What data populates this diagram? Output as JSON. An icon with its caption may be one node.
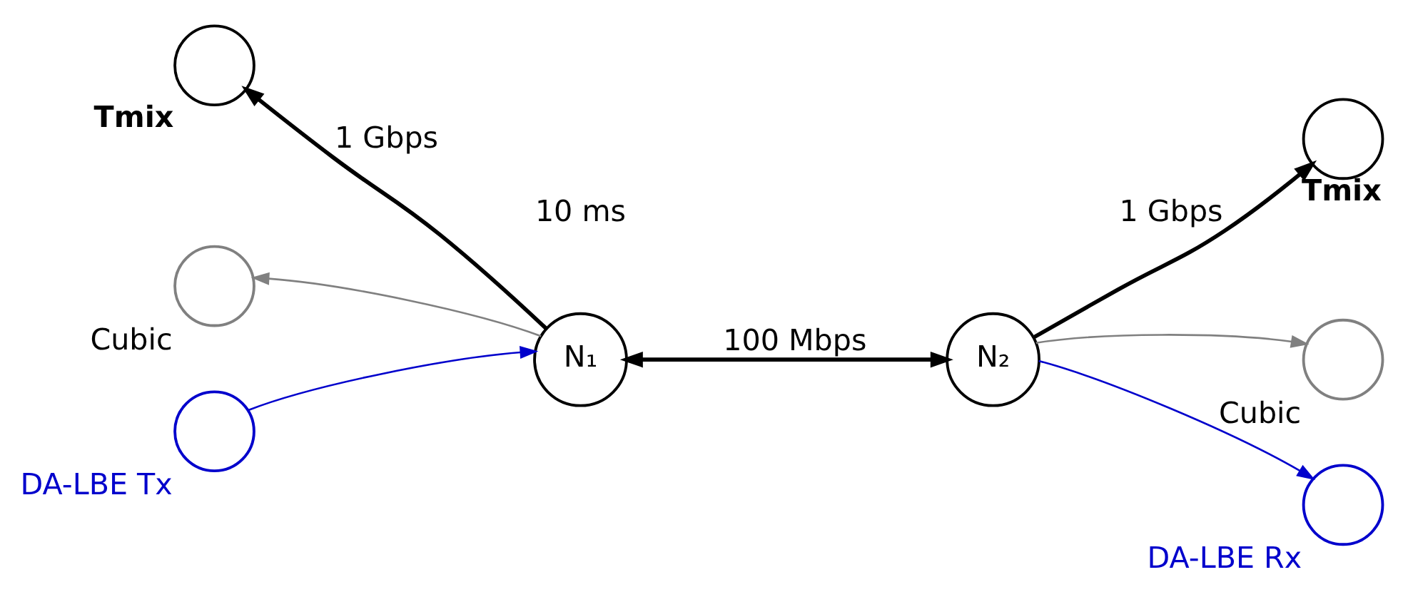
{
  "diagram": {
    "nodes": [
      {
        "text": [],
        "shape": "circle",
        "beside": [
          "Tmix"
        ]
      },
      {
        "text": [],
        "shape": "circle",
        "beside": [
          "Cubic"
        ]
      },
      {
        "text": [
          "N₁"
        ]
      },
      {
        "text": [],
        "shape": "circle",
        "beside": [
          "DA-LBE Tx"
        ]
      },
      {
        "text": [
          "N₂"
        ]
      },
      {
        "text": [],
        "shape": "circle",
        "beside": [
          "Tmix"
        ]
      },
      {
        "text": [],
        "shape": "circle",
        "beside": [
          "Cubic"
        ]
      },
      {
        "text": [],
        "shape": "circle",
        "beside": [
          "DA-LBE Rx"
        ]
      }
    ],
    "edges": [
      {
        "from": 2,
        "to": 0,
        "arrow": "to",
        "label": "1 Gbps",
        "style": "thick"
      },
      {
        "from": 2,
        "to": 1,
        "arrow": "to",
        "color": "#808080"
      },
      {
        "from": 3,
        "to": 2,
        "arrow": "to",
        "color": "#0000cc"
      },
      {
        "from": 2,
        "to": 4,
        "arrow": "both",
        "label": "100 Mbps",
        "style": "thick"
      },
      {
        "from": 4,
        "to": 5,
        "arrow": "to",
        "label": "1 Gbps",
        "style": "thick"
      },
      {
        "from": 4,
        "to": 6,
        "arrow": "to",
        "color": "#808080"
      },
      {
        "from": 4,
        "to": 7,
        "arrow": "to",
        "color": "#0000cc"
      }
    ],
    "labels": [
      "10 ms"
    ]
  }
}
